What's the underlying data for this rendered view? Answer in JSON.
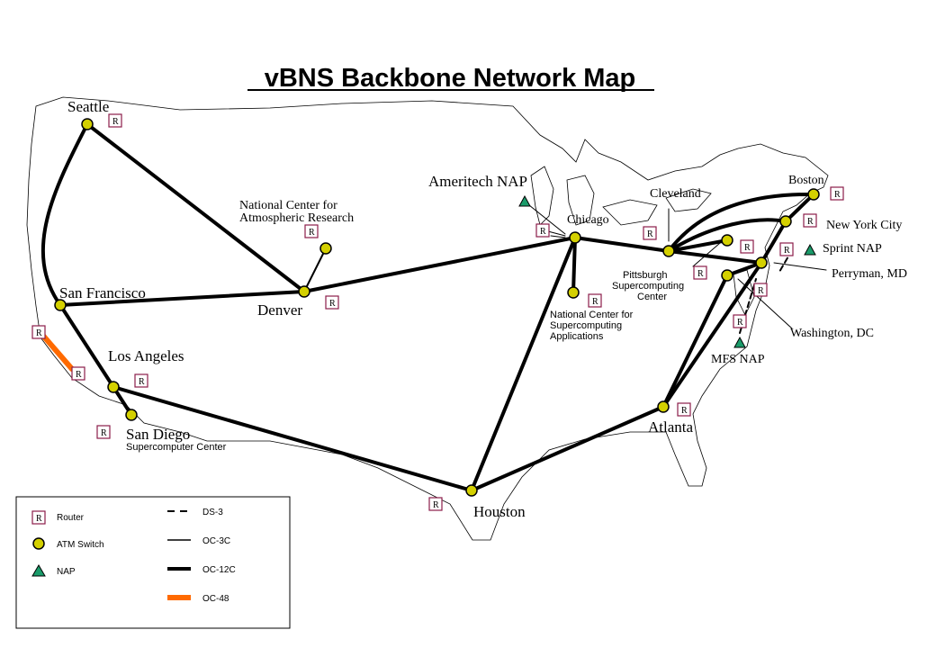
{
  "title": "vBNS Backbone Network Map",
  "router_letter": "R",
  "cities": {
    "seattle": "Seattle",
    "san_francisco": "San Francisco",
    "los_angeles": "Los Angeles",
    "san_diego": "San Diego",
    "san_diego_sub": "Supercomputer Center",
    "denver": "Denver",
    "ncar_line1": "National Center for",
    "ncar_line2": "Atmospheric Research",
    "ameritech": "Ameritech NAP",
    "chicago": "Chicago",
    "ncsa_line1": "National Center for",
    "ncsa_line2": "Supercomputing",
    "ncsa_line3": "Applications",
    "cleveland": "Cleveland",
    "pittsburgh": "Pittsburgh",
    "pittsburgh_sub1": "Supercomputing",
    "pittsburgh_sub2": "Center",
    "boston": "Boston",
    "new_york": "New York City",
    "sprint_nap": "Sprint NAP",
    "perryman": "Perryman, MD",
    "washington": "Washington, DC",
    "mfs_nap": "MFS NAP",
    "atlanta": "Atlanta",
    "houston": "Houston"
  },
  "legend": {
    "router": "Router",
    "atm_switch": "ATM Switch",
    "nap": "NAP",
    "ds3": "DS-3",
    "oc3c": "OC-3C",
    "oc12c": "OC-12C",
    "oc48": "OC-48"
  },
  "colors": {
    "router_border": "#8b1d4a",
    "switch_fill": "#d4d000",
    "nap_fill": "#1a9b6a",
    "oc48": "#ff6a00",
    "link": "#000000"
  }
}
